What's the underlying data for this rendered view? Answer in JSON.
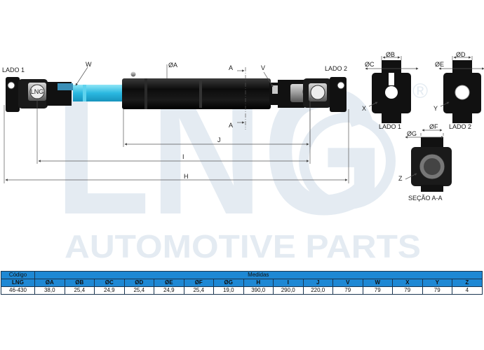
{
  "watermark": {
    "brand": "LNG",
    "registered": "®",
    "tagline": "AUTOMOTIVE PARTS"
  },
  "drawing": {
    "lado1": "LADO 1",
    "lado2": "LADO 2",
    "dims": {
      "A": "ØA",
      "B": "ØB",
      "C": "ØC",
      "D": "ØD",
      "E": "ØE",
      "F": "ØF",
      "G": "ØG",
      "H": "H",
      "I": "I",
      "J": "J",
      "V": "V",
      "W": "W",
      "X": "X",
      "Y": "Y",
      "Z": "Z",
      "section_mark": "A"
    },
    "yoke_logo": "LNG",
    "view_lado1": "LADO 1",
    "view_lado2": "LADO 2",
    "view_section": "SEÇÃO A-A"
  },
  "table": {
    "codigo_header": "Código",
    "medidas_header": "Medidas",
    "brand_label": "LNG",
    "columns": [
      "ØA",
      "ØB",
      "ØC",
      "ØD",
      "ØE",
      "ØF",
      "ØG",
      "H",
      "I",
      "J",
      "V",
      "W",
      "X",
      "Y",
      "Z"
    ],
    "rows": [
      {
        "code": "46-430",
        "values": [
          "38,0",
          "25,4",
          "24,9",
          "25,4",
          "24,9",
          "25,4",
          "19,0",
          "390,0",
          "290,0",
          "220,0",
          "79",
          "79",
          "79",
          "79",
          "4"
        ]
      }
    ]
  },
  "colors": {
    "header_blue": "#1e88d4",
    "watermark": "#e4ebf2",
    "shaft": "#111111",
    "accent_cyan": "#3fc6e8"
  }
}
